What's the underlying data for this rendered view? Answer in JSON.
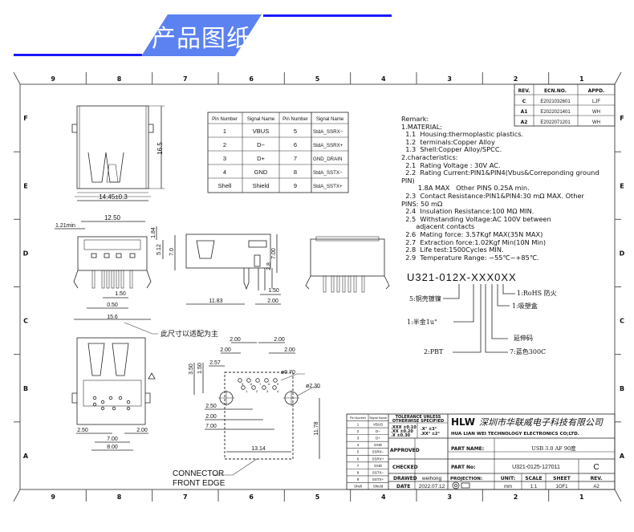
{
  "banner": {
    "title": "产品图纸",
    "accent_color": "#5b82f0",
    "line_color": "#1a1aff"
  },
  "border": {
    "columns": [
      "9",
      "8",
      "7",
      "6",
      "5",
      "4",
      "3",
      "2",
      "1"
    ],
    "rows": [
      "F",
      "E",
      "D",
      "C",
      "B",
      "A"
    ]
  },
  "revision_table": {
    "headers": [
      "REV.",
      "ECN.NO.",
      "APPD."
    ],
    "rows": [
      [
        "C",
        "E2021032601",
        "LJF"
      ],
      [
        "A1",
        "E2022021401",
        "WH"
      ],
      [
        "A2",
        "E2022071201",
        "WH"
      ]
    ]
  },
  "pin_table": {
    "headers": [
      "Pin Number",
      "Signal Name",
      "Pin Number",
      "Signal Name"
    ],
    "rows": [
      [
        "1",
        "VBUS",
        "5",
        "StdA_SSRX−"
      ],
      [
        "2",
        "D−",
        "6",
        "StdA_SSRX+"
      ],
      [
        "3",
        "D+",
        "7",
        "GND_DRAIN"
      ],
      [
        "4",
        "GND",
        "8",
        "StdA_SSTX−"
      ],
      [
        "Shell",
        "Shield",
        "9",
        "StdA_SSTX+"
      ]
    ]
  },
  "remark": {
    "lines": [
      "Remark:",
      "1.MATERIAL:",
      "  1.1  Housing:thermoplastic plastics.",
      "  1.2  terminals:Copper Alloy",
      "  1.3  Shell:Copper Alloy/SPCC.",
      "2.characteristics:",
      "  2.1  Rating Voltage : 30V AC.",
      "  2.2  Rating Current:PIN1&PIN4(Vbus&Correponding ground",
      "PIN)",
      "        1.8A MAX   Other PINS 0.25A min.",
      "  2.3  Contact Resistance:PIN1&PIN4:30 mΩ MAX. Other",
      "PINS: 50 mΩ",
      "  2.4  Insulation Resistance:100 MΩ MIN.",
      "  2.5  Withstanding Voltage:AC 100V between",
      "       adjacent contacts",
      "  2.6  Mating force: 3.57Kgf MAX(35N MAX)",
      "  2.7  Extraction force:1.02Kgf Min(10N Min)",
      "  2.8  Life test:1500Cycles MIN.",
      "  2.9  Temperature Range: −55℃~+85℃."
    ]
  },
  "part_code": {
    "code": "U321-012X-XXX0XX",
    "annotations": {
      "plating_shell": "5:铜壳镀镍",
      "gold": "1:半金1u\"",
      "material": "2:PBT",
      "color": "7:蓝色300C",
      "extension": "延伸码",
      "package": "1:吸塑盒",
      "rohs": "1:RoHS 防火"
    }
  },
  "dimensions": {
    "top_view": {
      "height": "16.5",
      "width": "14.45±0.3"
    },
    "front_view": {
      "w1": "12.50",
      "min": "1.21min",
      "h1": "1.84",
      "h2": "5.12",
      "h3": "7.0",
      "pitch1": "1.50",
      "pitch2": "0.50",
      "total": "15.6"
    },
    "side_view": {
      "h": "7.00",
      "h2": "2.8",
      "p1": "1.50",
      "p2": "2.00",
      "len": "11.83"
    },
    "note": "此尺寸以适配为主",
    "bottom_view": {
      "l": "2.50",
      "r": "2.00",
      "w1": "7.00",
      "w2": "8.00"
    },
    "pcb_layout": {
      "top1": "2.00",
      "top2": "2.00",
      "top3": "2.00",
      "top4": "2.00",
      "left1": "2.57",
      "v1": "3.50",
      "v2": "1.50",
      "hole_small": "ø0.70",
      "hole_large": "ø2.30",
      "h1": "2.50",
      "h2": "2.00",
      "h3": "7.00",
      "width": "13.14",
      "depth": "11.78",
      "pins_top": [
        "9",
        "8",
        "7",
        "6",
        "5"
      ],
      "pins_bottom": [
        "1",
        "2",
        "3",
        "4"
      ]
    },
    "connector_edge": [
      "CONNECTOR",
      "FRONT  EDGE"
    ]
  },
  "title_block": {
    "pin_list": {
      "headers": [
        "Pin Number",
        "Signal Name"
      ],
      "rows": [
        [
          "1",
          "VBUS"
        ],
        [
          "2",
          "D−"
        ],
        [
          "3",
          "D+"
        ],
        [
          "4",
          "GND"
        ],
        [
          "5",
          "SSRX−"
        ],
        [
          "6",
          "SSRX+"
        ],
        [
          "7",
          "GND"
        ],
        [
          "8",
          "SSTX−"
        ],
        [
          "9",
          "SSTX+"
        ],
        [
          "Shell",
          "Shield"
        ]
      ]
    },
    "tolerance": {
      "title1": "TOLERANCE UNLESS",
      "title2": "OTHERWISE SPECIFIED",
      "lin": [
        ".XXX  ±0.10",
        ".XX   ±0.20",
        ".X     ±0.30"
      ],
      "ang": [
        ".X°    ±3°",
        ".XX°   ±2°"
      ]
    },
    "approved_label": "APPROVED",
    "checked_label": "CHECKED",
    "drawed_label": "DRAWED",
    "drawed_value": "weihong",
    "date_label": "DATE",
    "date_value": "2022.07.12",
    "logo": "HLW",
    "company_cn": "深圳市华联威电子科技有限公司",
    "company_en": "HUA LIAN WEI TECHNOLOGY ELECTRONICS CO;LTD.",
    "part_name_label": "PART NAME:",
    "part_name_value": "USB 3.0 AF 90度",
    "part_no_label": "PART No:",
    "part_no_value": "U321-0125-127011",
    "rev_letter": "C",
    "projection_label": "PROJECTION:",
    "unit_label": "UNIT:",
    "unit_value": "mm",
    "scale_label": "SCALE",
    "scale_value": "1:1",
    "sheet_label": "SHEET",
    "sheet_value": "1OF1",
    "rev_label": "REV.",
    "rev_value": "A2"
  }
}
